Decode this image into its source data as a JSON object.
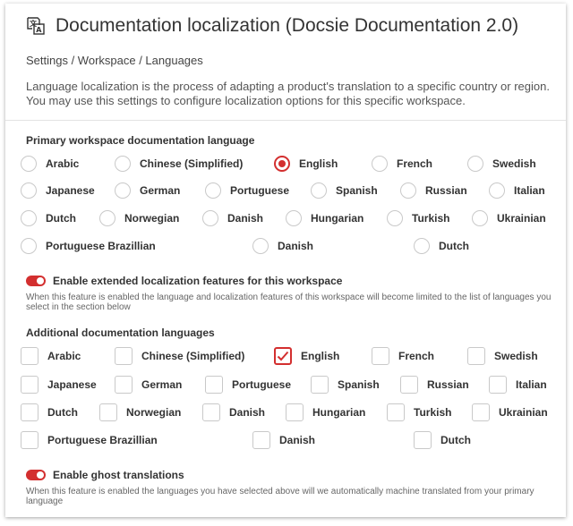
{
  "header": {
    "title": "Documentation localization (Docsie Documentation 2.0)",
    "icon": "translate-icon"
  },
  "breadcrumb": "Settings / Workspace / Languages",
  "description": "Language localization is the process of adapting a product's translation to a specific country or region. You may use this settings to configure localization options for this specific workspace.",
  "primary": {
    "title": "Primary workspace documentation language",
    "selected": "English",
    "options": [
      "Arabic",
      "Chinese (Simplified)",
      "English",
      "French",
      "Swedish",
      "Japanese",
      "German",
      "Portuguese",
      "Spanish",
      "Russian",
      "Italian",
      "Dutch",
      "Norwegian",
      "Danish",
      "Hungarian",
      "Turkish",
      "Ukrainian",
      "Portuguese Brazillian",
      "Danish",
      "Dutch"
    ]
  },
  "extended": {
    "label": "Enable extended localization features for this workspace",
    "enabled": true,
    "note": "When this feature is enabled the language and localization features of this workspace will become limited to the list of languages you select in the section below"
  },
  "additional": {
    "title": "Additional documentation languages",
    "checked": [
      "English"
    ],
    "options": [
      "Arabic",
      "Chinese (Simplified)",
      "English",
      "French",
      "Swedish",
      "Japanese",
      "German",
      "Portuguese",
      "Spanish",
      "Russian",
      "Italian",
      "Dutch",
      "Norwegian",
      "Danish",
      "Hungarian",
      "Turkish",
      "Ukrainian",
      "Portuguese Brazillian",
      "Danish",
      "Dutch"
    ]
  },
  "ghost": {
    "label": "Enable ghost translations",
    "enabled": true,
    "note": "When this feature is enabled the languages you have selected above will we automatically machine translated from your primary language"
  },
  "colors": {
    "accent": "#d32f2f",
    "border": "#c9c9c9",
    "text": "#333333"
  }
}
